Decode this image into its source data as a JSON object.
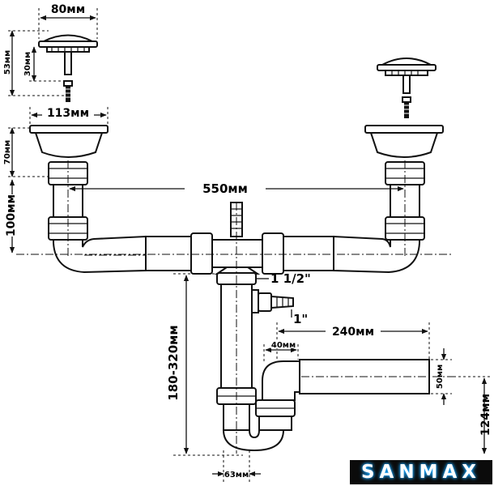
{
  "dimensions": {
    "top_strainer_width": "80мм",
    "strainer_height": "53мм",
    "strainer_screen_depth": "30мм",
    "bowl_diameter": "113мм",
    "bowl_depth": "70мм",
    "riser_height": "100мм",
    "bowl_spacing": "550мм",
    "trap_inlet": "1 1/2\"",
    "side_inlet": "1\"",
    "outlet_offset": "240мм",
    "outlet_gap": "40мм",
    "outlet_diameter": "50мм",
    "height_range": "180-320мм",
    "outlet_height": "124мм",
    "trap_diameter": "63мм"
  },
  "brand": {
    "name": "SANMAX"
  }
}
